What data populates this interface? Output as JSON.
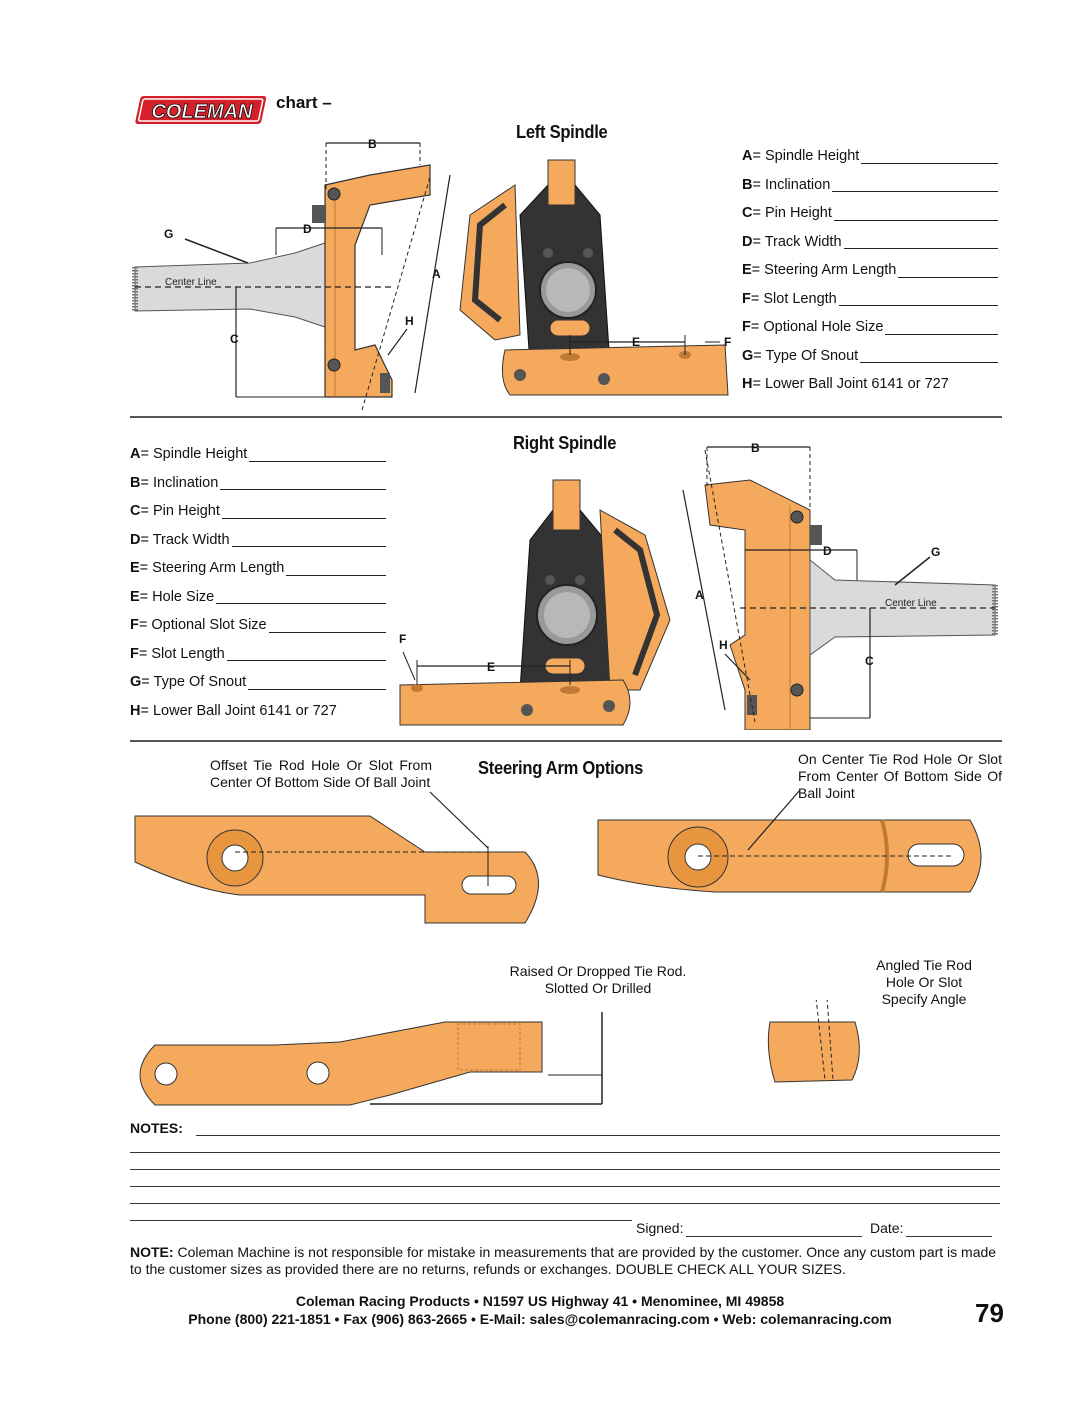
{
  "header": {
    "logo_text": "COLEMAN",
    "chart_title": "chart –"
  },
  "left_spindle": {
    "title": "Left Spindle",
    "labels": {
      "a": "A",
      "b": "B",
      "c": "C",
      "d": "D",
      "e": "E",
      "f": "F",
      "g": "G",
      "h": "H",
      "center_line": "Center Line"
    },
    "fields": [
      {
        "key": "A",
        "text": "= Spindle Height"
      },
      {
        "key": "B",
        "text": "= Inclination"
      },
      {
        "key": "C",
        "text": "= Pin Height"
      },
      {
        "key": "D",
        "text": "= Track Width"
      },
      {
        "key": "E",
        "text": "= Steering Arm Length"
      },
      {
        "key": "F",
        "text": "= Slot Length"
      },
      {
        "key": "F",
        "text": "= Optional Hole Size"
      },
      {
        "key": "G",
        "text": "= Type Of Snout"
      },
      {
        "key": "H",
        "text": "= Lower Ball Joint  6141 or 727"
      }
    ]
  },
  "right_spindle": {
    "title": "Right Spindle",
    "labels": {
      "a": "A",
      "b": "B",
      "c": "C",
      "d": "D",
      "e": "E",
      "f": "F",
      "g": "G",
      "h": "H",
      "center_line": "Center Line"
    },
    "fields": [
      {
        "key": "A",
        "text": "= Spindle Height"
      },
      {
        "key": "B",
        "text": "= Inclination"
      },
      {
        "key": "C",
        "text": "= Pin Height"
      },
      {
        "key": "D",
        "text": "= Track Width"
      },
      {
        "key": "E",
        "text": "= Steering Arm Length"
      },
      {
        "key": "E",
        "text": "= Hole Size"
      },
      {
        "key": "F",
        "text": "= Optional Slot Size"
      },
      {
        "key": "F",
        "text": "= Slot Length"
      },
      {
        "key": "G",
        "text": "= Type Of Snout"
      },
      {
        "key": "H",
        "text": "= Lower Ball Joint  6141 or 727"
      }
    ]
  },
  "steering_arm_options": {
    "title": "Steering Arm Options",
    "offset_caption": "Offset Tie Rod Hole Or Slot From Center Of Bottom Side Of Ball Joint",
    "oncenter_caption": "On Center Tie Rod Hole Or Slot From Center Of Bottom Side Of Ball Joint",
    "raised_caption_1": "Raised Or Dropped Tie Rod.",
    "raised_caption_2": "Slotted Or Drilled",
    "angled_caption_1": "Angled Tie Rod",
    "angled_caption_2": "Hole  Or Slot",
    "angled_caption_3": "Specify Angle"
  },
  "notes": {
    "label": "NOTES:",
    "signed": "Signed:",
    "date": "Date:"
  },
  "disclaimer": {
    "lead": "NOTE:",
    "text": " Coleman Machine is not responsible for mistake in measurements that are provided by the customer. Once any custom part is made to the customer sizes as provided there are no returns, refunds or exchanges. DOUBLE CHECK ALL YOUR SIZES."
  },
  "footer": {
    "line1": "Coleman Racing Products • N1597 US Highway 41 • Menominee, MI 49858",
    "line2": "Phone (800) 221-1851 • Fax (906) 863-2665 • E-Mail: sales@colemanracing.com • Web: colemanracing.com",
    "page_number": "79"
  },
  "colors": {
    "part_orange": "#f5a95c",
    "part_dark": "#333333",
    "logo_red": "#d4202a",
    "snout_gray": "#d8dadc"
  }
}
